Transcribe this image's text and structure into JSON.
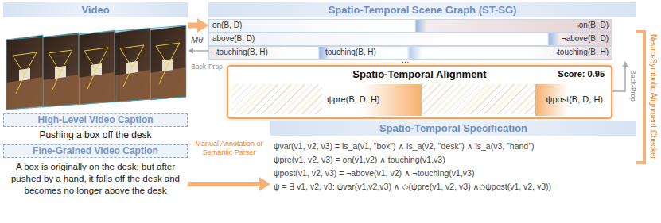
{
  "diagram": {
    "nodes": [
      {
        "text": [
          "Video"
        ]
      },
      {
        "text": [
          "High-Level Video Caption",
          "Pushing a box off the desk"
        ]
      },
      {
        "text": [
          "Fine-Grained Video Caption",
          "A box is originally on the desk; but after pushed by a hand, it falls off the desk and becomes no longer above the desk"
        ]
      },
      {
        "text": [
          "Spatio-Temporal Scene Graph (ST-SG)"
        ]
      },
      {
        "text": [
          "on(B, D)",
          "¬on(B, D)"
        ],
        "in": 3
      },
      {
        "text": [
          "above(B, D)",
          "¬above(B, D)"
        ],
        "in": 3
      },
      {
        "text": [
          "¬touching(B, H)",
          "touching(B, H)",
          "¬touching(B, H)"
        ],
        "in": 3
      },
      {
        "text": [
          "Spatio-Temporal Alignment",
          "Score: 0.95"
        ]
      },
      {
        "text": [
          "ψpre(B, D, H)"
        ],
        "in": 7
      },
      {
        "text": [
          "ψpost(B, D, H)"
        ],
        "in": 7
      },
      {
        "text": [
          "Spatio-Temporal Specification",
          "ψvar(v1, v2, v3) = is_a(v1, \"box\") ∧ is_a(v2, \"desk\") ∧ is_a(v3, \"hand\")",
          "ψpre(v1, v2, v3) = on(v1,v2) ∧ touching(v1,v3)",
          "ψpost(v1, v2, v3) = ¬above(v1, v2) ∧ ¬touching(v1,v3)",
          "ψ = ∃ v1, v2, v3: ψvar(v1,v2,v3) ∧ ◇(ψpre(v1, v2, v3) ∧◇ψpost(v1, v2, v3))"
        ]
      }
    ],
    "edges": [
      {
        "from": 0,
        "to": 3,
        "arrow": "to"
      },
      {
        "from": 3,
        "to": 0,
        "label": "Back-Prop",
        "arrow": "to"
      },
      {
        "from": 2,
        "to": 10,
        "label": "Manual Annotation or Semantic Parser",
        "arrow": "to"
      },
      {
        "from": 10,
        "to": 3,
        "label": "Neuro-Symbolic Alignment Checker",
        "arrow": "none"
      },
      {
        "from": 7,
        "to": 3,
        "label": "Back-Prop",
        "arrow": "to"
      }
    ],
    "labels": [
      "Mθ",
      "..."
    ]
  }
}
